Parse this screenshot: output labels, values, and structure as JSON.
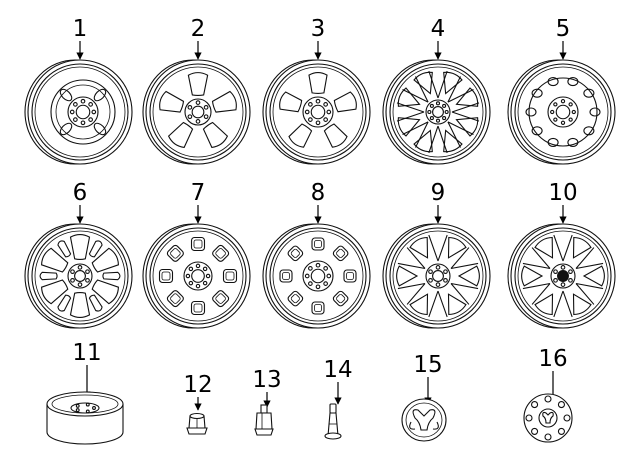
{
  "parts": [
    {
      "number": "1",
      "kind": "steel-dually-wheel",
      "icon": "steel-dually-wheel-icon"
    },
    {
      "number": "2",
      "kind": "steel-wheel-5-window",
      "icon": "steel-wheel-icon"
    },
    {
      "number": "3",
      "kind": "steel-wheel-5-window-8-lug",
      "icon": "steel-wheel-icon"
    },
    {
      "number": "4",
      "kind": "aluminum-wheel-multi-spoke",
      "icon": "alloy-wheel-icon"
    },
    {
      "number": "5",
      "kind": "steel-dually-wheel-round-holes",
      "icon": "steel-dually-wheel-icon"
    },
    {
      "number": "6",
      "kind": "aluminum-wheel-6-window",
      "icon": "alloy-wheel-icon"
    },
    {
      "number": "7",
      "kind": "aluminum-wheel-8-pocket",
      "icon": "alloy-wheel-icon"
    },
    {
      "number": "8",
      "kind": "aluminum-wheel-8-pocket-8-lug",
      "icon": "alloy-wheel-icon"
    },
    {
      "number": "9",
      "kind": "aluminum-wheel-split-spoke",
      "icon": "alloy-wheel-icon"
    },
    {
      "number": "10",
      "kind": "aluminum-wheel-split-spoke-black-center",
      "icon": "alloy-wheel-icon"
    },
    {
      "number": "11",
      "kind": "spare-wheel",
      "icon": "spare-wheel-icon"
    },
    {
      "number": "12",
      "kind": "lug-nut",
      "icon": "lug-nut-icon"
    },
    {
      "number": "13",
      "kind": "wheel-lock-lug-nut",
      "icon": "wheel-lock-icon"
    },
    {
      "number": "14",
      "kind": "valve-stem",
      "icon": "valve-stem-icon"
    },
    {
      "number": "15",
      "kind": "center-cap-ram-logo",
      "icon": "center-cap-icon"
    },
    {
      "number": "16",
      "kind": "center-cap-8-lug-ram-logo",
      "icon": "center-cap-icon"
    }
  ]
}
